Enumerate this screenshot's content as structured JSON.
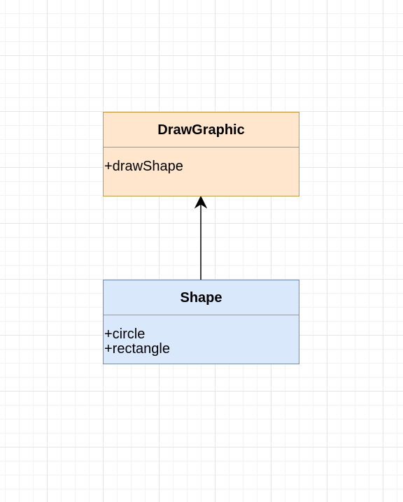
{
  "diagram": {
    "classes": [
      {
        "id": "drawgraphic",
        "name": "DrawGraphic",
        "members": [
          "+drawShape"
        ],
        "fill": "#ffe6cc",
        "stroke": "#d79b00"
      },
      {
        "id": "shape",
        "name": "Shape",
        "members": [
          "+circle",
          "+rectangle"
        ],
        "fill": "#dae8fc",
        "stroke": "#6c8ebf"
      }
    ],
    "edges": [
      {
        "from": "shape",
        "to": "drawgraphic",
        "style": "arrow"
      }
    ]
  }
}
